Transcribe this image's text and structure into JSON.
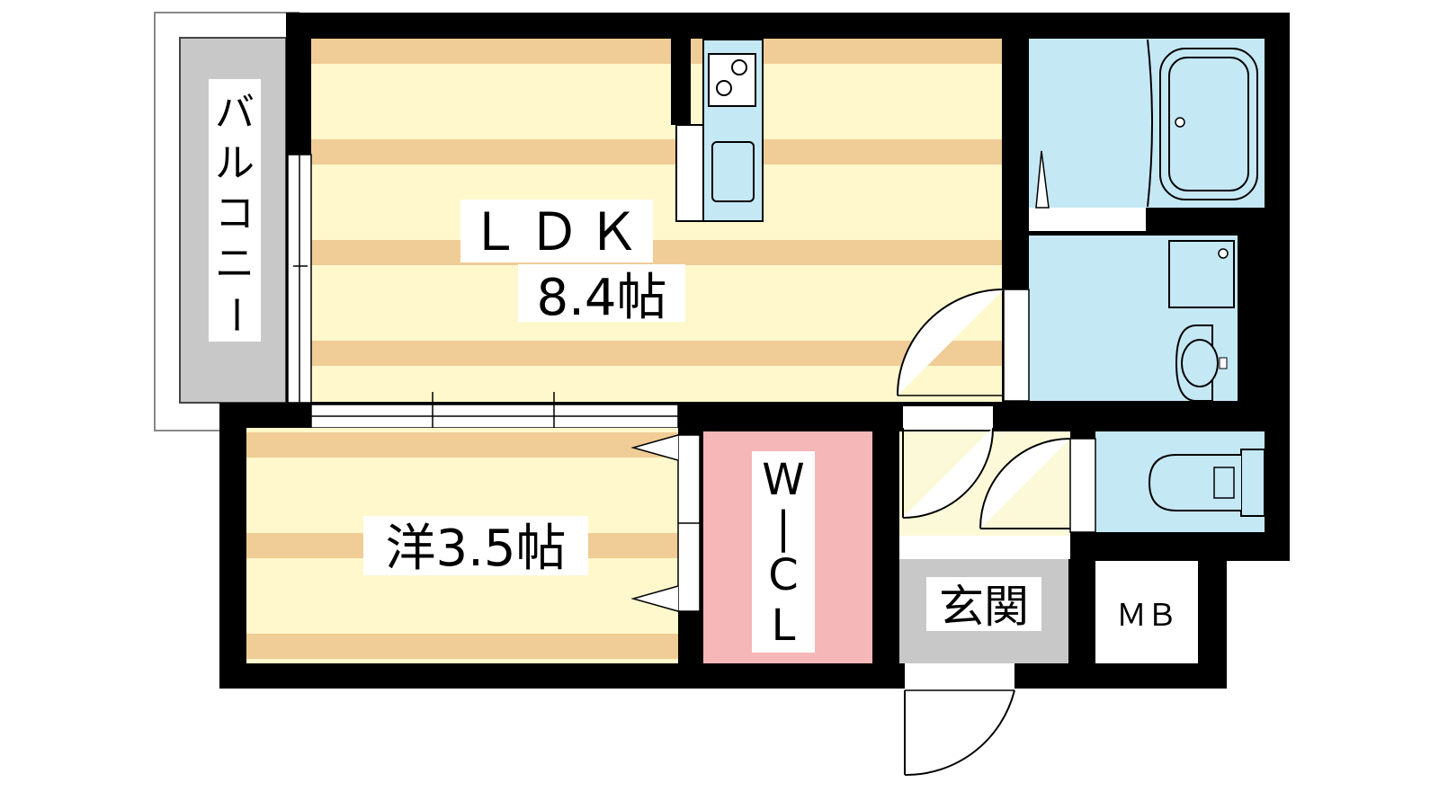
{
  "rooms": {
    "ldk": {
      "name": "ＬＤＫ",
      "size": "8.4帖"
    },
    "western": {
      "label": "洋3.5帖"
    },
    "wic": {
      "lines": [
        "W",
        "|",
        "C",
        "L"
      ]
    },
    "balcony": {
      "lines": [
        "バ",
        "ル",
        "コ",
        "ニ",
        "ー"
      ]
    },
    "entrance": {
      "label": "玄関"
    },
    "mb": {
      "label": "ＭＢ"
    }
  },
  "colors": {
    "wall": "#000000",
    "floor_light": "#fff8cc",
    "floor_stripe": "#f0cc96",
    "wet_area": "#c5e8f5",
    "wic": "#f5b7b8",
    "grey": "#c8c8c8",
    "hall": "#fbf9d8"
  }
}
